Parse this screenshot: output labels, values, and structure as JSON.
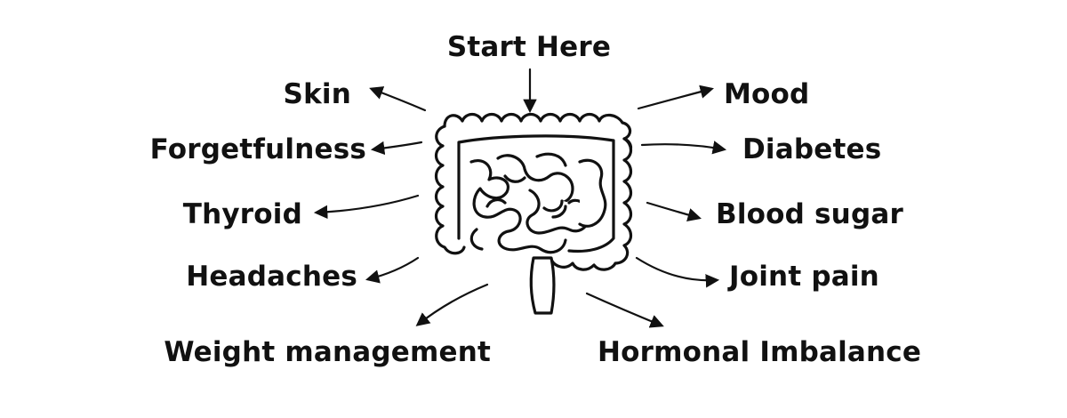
{
  "diagram": {
    "center": {
      "icon": "intestines-icon"
    },
    "start": {
      "label": "Start Here"
    },
    "left_labels": [
      {
        "label": "Skin"
      },
      {
        "label": "Forgetfulness"
      },
      {
        "label": "Thyroid"
      },
      {
        "label": "Headaches"
      },
      {
        "label": "Weight management"
      }
    ],
    "right_labels": [
      {
        "label": "Mood"
      },
      {
        "label": "Diabetes"
      },
      {
        "label": "Blood sugar"
      },
      {
        "label": "Joint pain"
      },
      {
        "label": "Hormonal Imbalance"
      }
    ],
    "colors": {
      "ink": "#111111",
      "background": "#ffffff"
    }
  }
}
